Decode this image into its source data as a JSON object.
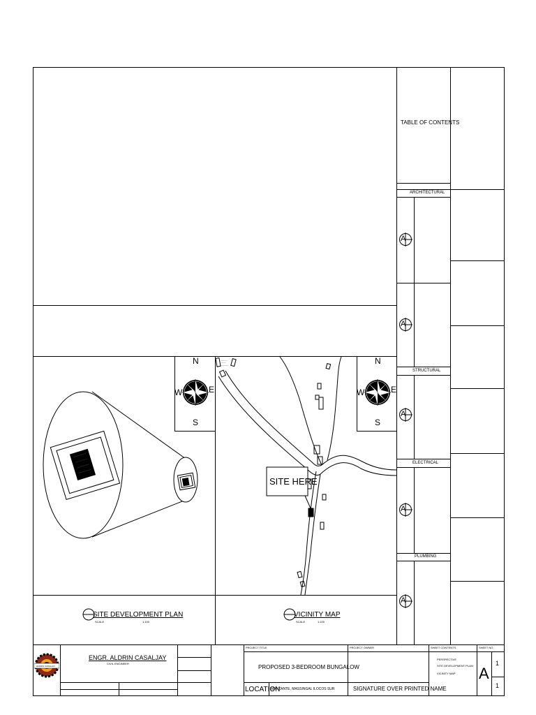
{
  "toc": {
    "title": "TABLE OF CONTENTS",
    "sections": [
      "ARCHITECTURAL",
      "STRUCTURAL",
      "ELECTRICAL",
      "PLUMBING"
    ],
    "sheet_letter": "A"
  },
  "compass": {
    "north": "N",
    "south": "S",
    "east": "E",
    "west": "W"
  },
  "site_plan": {
    "title": "SITE DEVELOPMENT PLAN",
    "scale_label": "SCALE",
    "scale_value": "1:100"
  },
  "vicinity_map": {
    "title": "VICINITY MAP",
    "scale_label": "SCALE",
    "scale_value": "1:100",
    "callout": "SITE HERE"
  },
  "title_block": {
    "engineer_name": "ENGR. ALDRIN CASALJAY",
    "engineer_role": "CIVIL ENGINEER",
    "logo_text": "ALDRIN CASALJAY",
    "project_title_label": "PROJECT TITLE",
    "project_title": "PROPOSED 3-BEDROOM BUNGALOW",
    "project_owner_label": "PROJECT OWNER",
    "location_label": "LOCATION",
    "location": "MANZANTE, MASSINGAL ILOCOS SUR",
    "signature_label": "SIGNATURE OVER PRINTED NAME",
    "sheet_contents_label": "SHEET CONTENTS",
    "sheet_contents": [
      "PERSPECTIVE",
      "SITE DEVELOPMENT PLAN",
      "VICINITY MAP"
    ],
    "sheet_no_label": "SHEET NO.",
    "sheet_letter": "A",
    "sheet_number": "1",
    "sheet_total": "1"
  }
}
